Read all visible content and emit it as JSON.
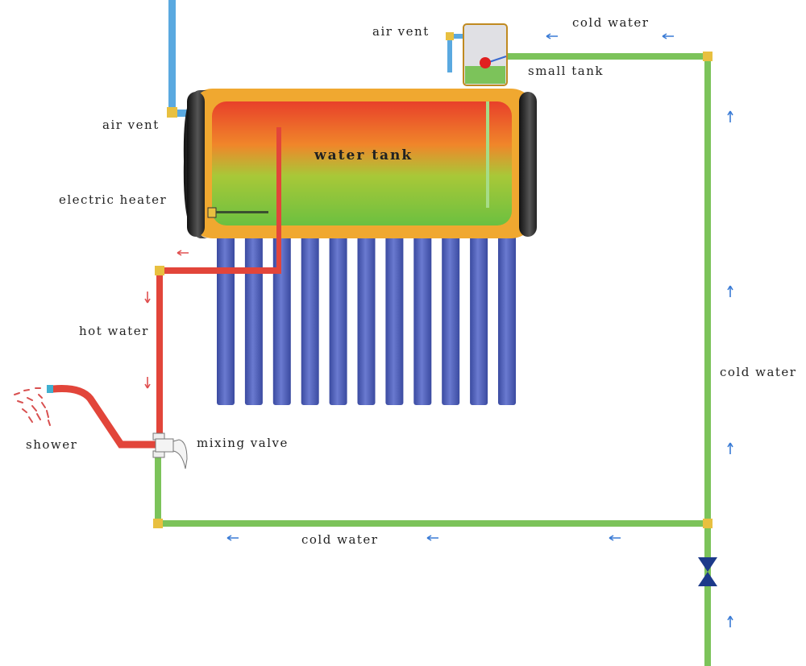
{
  "labels": {
    "air_vent_top": "air vent",
    "cold_water_top": "cold water",
    "small_tank": "small tank",
    "air_vent_left": "air vent",
    "water_tank": "water tank",
    "electric_heater": "electric heater",
    "hot_water": "hot water",
    "shower": "shower",
    "mixing_valve": "mixing valve",
    "cold_water_right": "cold water",
    "cold_water_bottom": "cold water"
  },
  "colors": {
    "hot_pipe": "#e2453a",
    "cold_pipe": "#7cc35a",
    "vent_pipe": "#5aa9e0",
    "tank_shell": "#f0a830",
    "vacuum_tube": "#5060b8",
    "valve": "#1c3a8a",
    "arrow_cold": "#3a7bd5",
    "arrow_hot": "#e05050"
  }
}
